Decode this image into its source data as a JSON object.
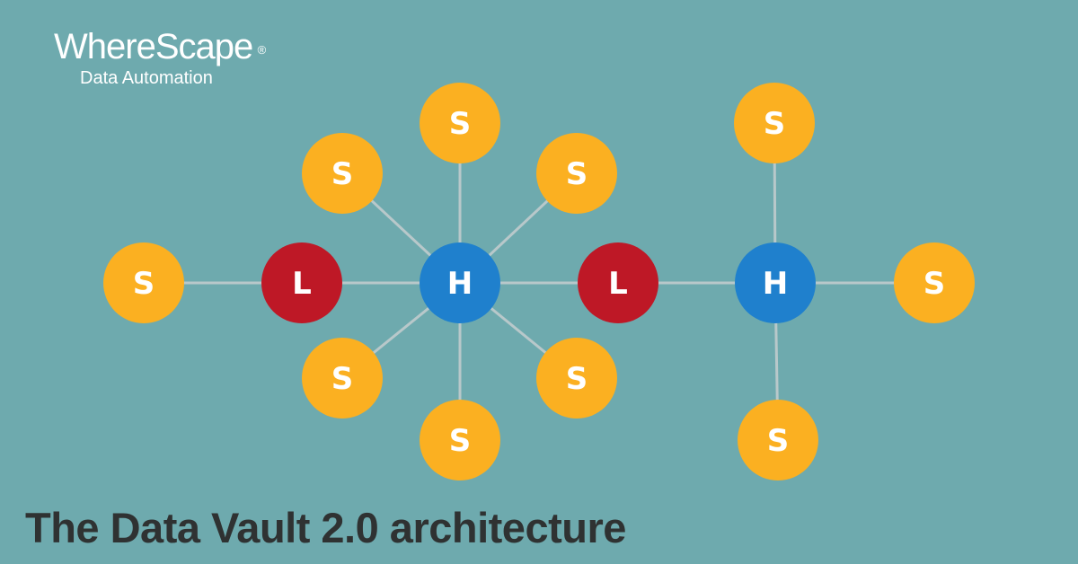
{
  "logo": {
    "brand": "WhereScape",
    "registered": "®",
    "tagline": "Data Automation"
  },
  "title": "The Data Vault 2.0 architecture",
  "colors": {
    "background": "#6eaaae",
    "satellite": "#fbb021",
    "link": "#be1826",
    "hub": "#1f80cd",
    "edge": "#b8c8ca",
    "title": "#2f3232"
  },
  "diagram": {
    "nodes": [
      {
        "id": "s1",
        "type": "satellite",
        "label": "S"
      },
      {
        "id": "l1",
        "type": "link",
        "label": "L"
      },
      {
        "id": "h1",
        "type": "hub",
        "label": "H"
      },
      {
        "id": "l2",
        "type": "link",
        "label": "L"
      },
      {
        "id": "h2",
        "type": "hub",
        "label": "H"
      },
      {
        "id": "s2",
        "type": "satellite",
        "label": "S"
      },
      {
        "id": "s3",
        "type": "satellite",
        "label": "S"
      },
      {
        "id": "s4",
        "type": "satellite",
        "label": "S"
      },
      {
        "id": "s5",
        "type": "satellite",
        "label": "S"
      },
      {
        "id": "s6",
        "type": "satellite",
        "label": "S"
      },
      {
        "id": "s7",
        "type": "satellite",
        "label": "S"
      },
      {
        "id": "s8",
        "type": "satellite",
        "label": "S"
      },
      {
        "id": "s9",
        "type": "satellite",
        "label": "S"
      },
      {
        "id": "s10",
        "type": "satellite",
        "label": "S"
      }
    ],
    "edges": [
      [
        "s1",
        "l1"
      ],
      [
        "l1",
        "h1"
      ],
      [
        "h1",
        "l2"
      ],
      [
        "l2",
        "h2"
      ],
      [
        "h2",
        "s2"
      ],
      [
        "h1",
        "s3"
      ],
      [
        "h1",
        "s4"
      ],
      [
        "h1",
        "s5"
      ],
      [
        "h1",
        "s6"
      ],
      [
        "h1",
        "s7"
      ],
      [
        "h1",
        "s8"
      ],
      [
        "h2",
        "s9"
      ],
      [
        "h2",
        "s10"
      ]
    ]
  }
}
